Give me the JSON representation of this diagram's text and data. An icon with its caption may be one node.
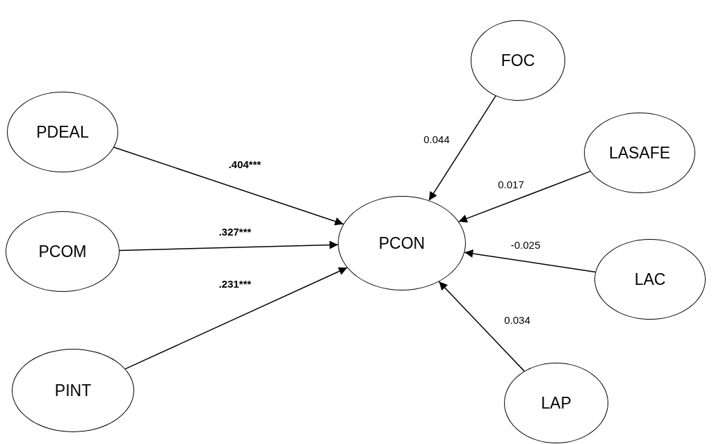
{
  "diagram": {
    "nodes": [
      {
        "text": [
          "PDEAL"
        ]
      },
      {
        "text": [
          "PCOM"
        ]
      },
      {
        "text": [
          "PINT"
        ]
      },
      {
        "text": [
          "PCON"
        ]
      },
      {
        "text": [
          "FOC"
        ]
      },
      {
        "text": [
          "LASAFE"
        ]
      },
      {
        "text": [
          "LAC"
        ]
      },
      {
        "text": [
          "LAP"
        ]
      }
    ],
    "edges": [
      {
        "from": 0,
        "to": 3,
        "arrow": "to",
        "label": ".404***"
      },
      {
        "from": 1,
        "to": 3,
        "arrow": "to",
        "label": ".327***"
      },
      {
        "from": 2,
        "to": 3,
        "arrow": "to",
        "label": ".231***"
      },
      {
        "from": 4,
        "to": 3,
        "arrow": "to",
        "label": "0.044"
      },
      {
        "from": 5,
        "to": 3,
        "arrow": "to",
        "label": "0.017"
      },
      {
        "from": 6,
        "to": 3,
        "arrow": "to",
        "label": "-0.025"
      },
      {
        "from": 7,
        "to": 3,
        "arrow": "to",
        "label": "0.034"
      }
    ]
  }
}
